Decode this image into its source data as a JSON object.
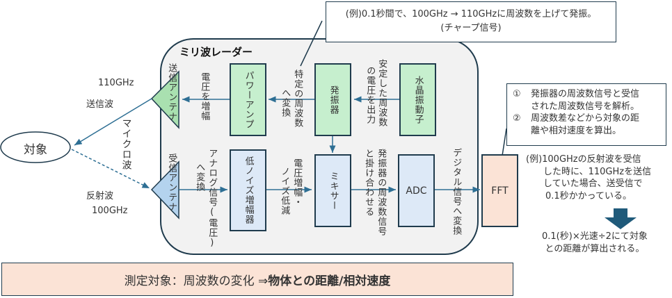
{
  "callout_top": {
    "line1": "(例)0.1秒間で、100GHz → 110GHzに周波数を上げて発振。",
    "line2": "(チャープ信号)"
  },
  "radar": {
    "title": "ミリ波レーダー",
    "tx_antenna": "送信アンテナ",
    "rx_antenna": "受信アンテナ",
    "power_amp": "パワーアンプ",
    "oscillator": "発振器",
    "crystal": "水晶振動子",
    "lna": "低ノイズ増幅器",
    "mixer": "ミキサー",
    "adc": "ADC",
    "label_amp": "電圧を増幅",
    "label_freq_col1": "特定の周波数",
    "label_freq_col2": "へ変換",
    "label_stable_col1": "安定した周波数",
    "label_stable_col2": "の電圧を出力",
    "label_analog_col1": "アナログ信号(電圧)",
    "label_analog_col2": "へ変換",
    "label_noise_col1": "電圧増幅・",
    "label_noise_col2": "ノイズ低減",
    "label_mix_col1": "発振器の周波数信号",
    "label_mix_col2": "と掛け合わせる",
    "label_digital": "デジタル信号へ変換"
  },
  "fft": {
    "label": "FFT"
  },
  "target": {
    "label": "対象"
  },
  "waves": {
    "tx_freq": "110GHz",
    "tx_label": "送信波",
    "microwave": "マイクロ波",
    "rx_label": "反射波",
    "rx_freq": "100GHz"
  },
  "callout_fft": {
    "item1_num": "①",
    "item1_line1": "発振器の周波数信号と受信",
    "item1_line2": "された周波数信号を解析。",
    "item2_num": "②",
    "item2_line1": "周波数差などから対象の距",
    "item2_line2": "離や相対速度を算出。"
  },
  "example": {
    "line1": "(例)100GHzの反射波を受信",
    "line2": "した時に、110GHzを送信",
    "line3": "していた場合、送受信で",
    "line4": "0.1秒かかっている。",
    "result1": "0.1(秒)×光速÷2にて対象",
    "result2": "との距離が算出される。"
  },
  "summary": {
    "prefix": "測定対象：周波数の変化 ⇒ ",
    "bold": "物体との距離/相対速度"
  },
  "colors": {
    "green_block": "#c6efce",
    "blue_block": "#dde9f7",
    "peach_block": "#fbe3d6",
    "arrow": "#2e6f94",
    "border": "#1f3b4d",
    "down_arrow": "#1f5a7a"
  }
}
